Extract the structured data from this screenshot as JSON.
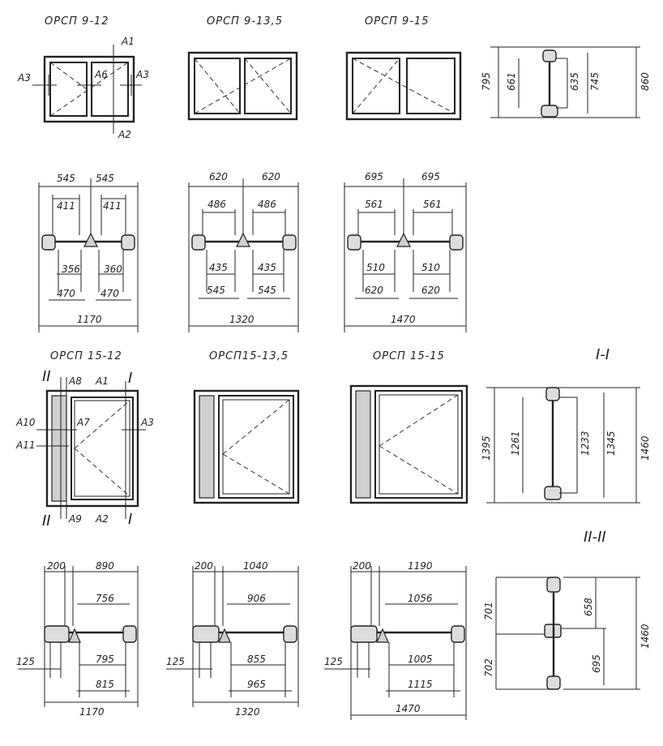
{
  "row1": {
    "titles": [
      "ОРСП 9-12",
      "ОРСП 9-13,5",
      "ОРСП 9-15"
    ],
    "callouts": {
      "a1": "А1",
      "a2": "А2",
      "a3_left": "А3",
      "a3_right": "А3",
      "a6": "А6"
    },
    "side_section": {
      "d795": "795",
      "d661": "661",
      "d635": "635",
      "d745": "745",
      "d860": "860"
    }
  },
  "row2": {
    "p1": {
      "top_left": "545",
      "top_right": "545",
      "inner_left": "411",
      "inner_right": "411",
      "glass_left": "356",
      "glass_right": "360",
      "frame_left": "470",
      "frame_right": "470",
      "total": "1170"
    },
    "p2": {
      "top_left": "620",
      "top_right": "620",
      "inner_left": "486",
      "inner_right": "486",
      "glass_left": "435",
      "glass_right": "435",
      "frame_left": "545",
      "frame_right": "545",
      "total": "1320"
    },
    "p3": {
      "top_left": "695",
      "top_right": "695",
      "inner_left": "561",
      "inner_right": "561",
      "glass_left": "510",
      "glass_right": "510",
      "frame_left": "620",
      "frame_right": "620",
      "total": "1470"
    }
  },
  "row3": {
    "titles": [
      "ОРСП 15-12",
      "ОРСП15-13,5",
      "ОРСП 15-15"
    ],
    "section_I": "I-I",
    "callouts": {
      "roman2_top": "II",
      "a8": "А8",
      "a1": "А1",
      "roman1_top": "I",
      "a10": "А10",
      "a7": "А7",
      "a3": "А3",
      "a11": "А11",
      "roman2_bottom": "II",
      "a9": "А9",
      "a2": "А2",
      "roman1_bottom": "I"
    },
    "side_section": {
      "d1395": "1395",
      "d1261": "1261",
      "d1233": "1233",
      "d1345": "1345",
      "d1460": "1460"
    }
  },
  "row4": {
    "section_II": "II-II",
    "p1": {
      "top_small": "200",
      "top_main": "890",
      "inner": "756",
      "glass": "795",
      "frame": "815",
      "left": "125",
      "total": "1170"
    },
    "p2": {
      "top_small": "200",
      "top_main": "1040",
      "inner": "906",
      "glass": "855",
      "frame": "965",
      "left": "125",
      "total": "1320"
    },
    "p3": {
      "top_small": "200",
      "top_main": "1190",
      "inner": "1056",
      "glass": "1005",
      "frame": "1115",
      "left": "125",
      "total": "1470"
    },
    "side_section": {
      "d701": "701",
      "d702": "702",
      "d658": "658",
      "d695": "695",
      "d1460": "1460"
    }
  }
}
